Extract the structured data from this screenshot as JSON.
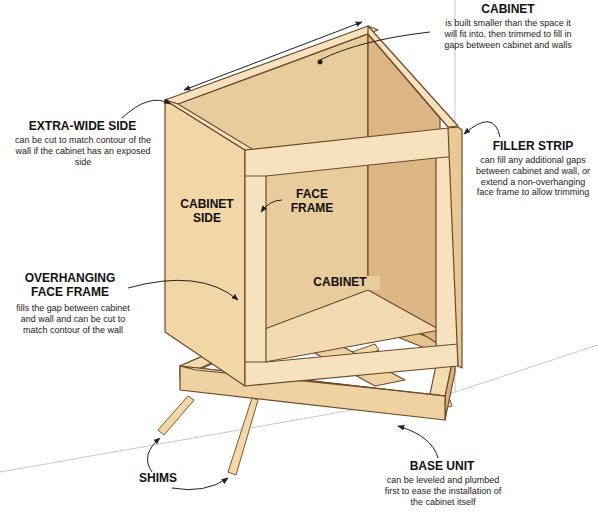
{
  "diagram": {
    "labels": [
      "CABINET",
      "is built smaller than the space it will fit into, then trimmed to fill in gaps between cabinet and walls",
      "EXTRA-WIDE SIDE",
      "can be cut to match contour of the wall if the cabinet has an exposed side",
      "FILLER STRIP",
      "can fill any additional gaps between cabinet and wall, or extend a non-overhanging face frame to allow trimming",
      "FACE FRAME",
      "CABINET SIDE",
      "CABINET",
      "OVERHANGING FACE FRAME",
      "fills the gap between cabinet and wall and can be cut to match contour of the wall",
      "SHIMS",
      "BASE UNIT",
      "can be leveled and plumbed first to ease the installation of the cabinet itself"
    ]
  }
}
